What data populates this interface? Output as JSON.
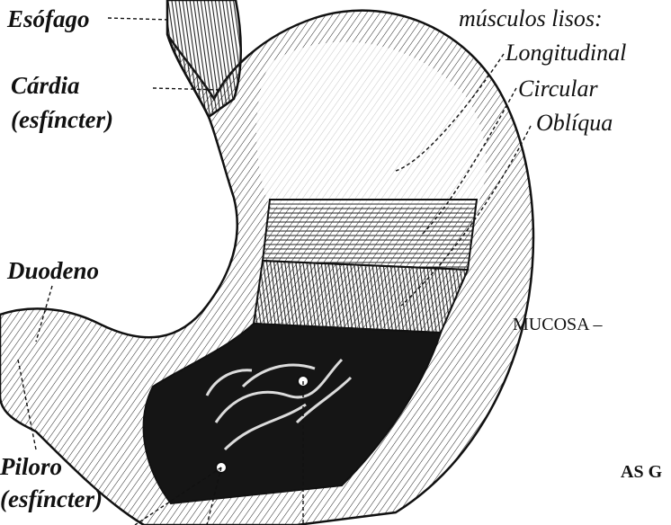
{
  "labels": {
    "esofago": "Esófago",
    "cardia": "Cárdia",
    "cardia_paren": "(esfíncter)",
    "duodeno": "Duodeno",
    "piloro": "Piloro",
    "piloro_paren": "(esfíncter)",
    "musculos": "músculos lisos:",
    "longitudinal": "Longitudinal",
    "circular": "Circular",
    "obliqua": "Oblíqua",
    "mucosa": "MUCOSA –",
    "glandulas": "AS G"
  },
  "colors": {
    "ink": "#111111",
    "paper": "#ffffff",
    "mucosa_fill": "#151515"
  }
}
